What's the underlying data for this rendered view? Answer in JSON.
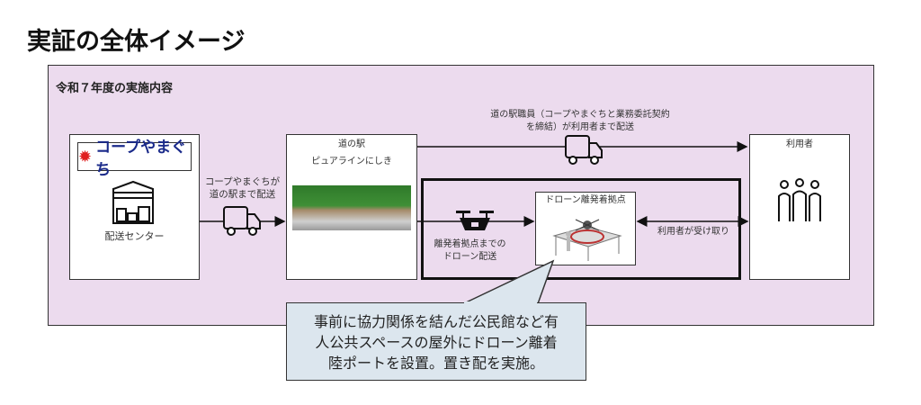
{
  "title": "実証の全体イメージ",
  "section_title": "令和７年度の実施内容",
  "logo_text": "コープやまぐち",
  "delivery_center": {
    "label": "配送センター"
  },
  "coop_delivery": {
    "line1": "コープやまぐちが",
    "line2": "道の駅まで配送"
  },
  "roadside_station": {
    "line1": "道の駅",
    "line2": "ピュアラインにしき"
  },
  "staff_delivery": {
    "line1": "道の駅職員（コープやまぐちと業務委託契約",
    "line2": "を締結）が利用者まで配送"
  },
  "drone_delivery": {
    "line1": "離発着拠点までの",
    "line2": "ドローン配送"
  },
  "drone_base": {
    "label": "ドローン離発着拠点"
  },
  "user_pickup": "利用者が受け取り",
  "users": {
    "label": "利用者"
  },
  "callout": {
    "line1": "事前に協力関係を結んだ公民館など有",
    "line2": "人公共スペースの屋外にドローン離着",
    "line3": "陸ポートを設置。置き配を実施。"
  }
}
